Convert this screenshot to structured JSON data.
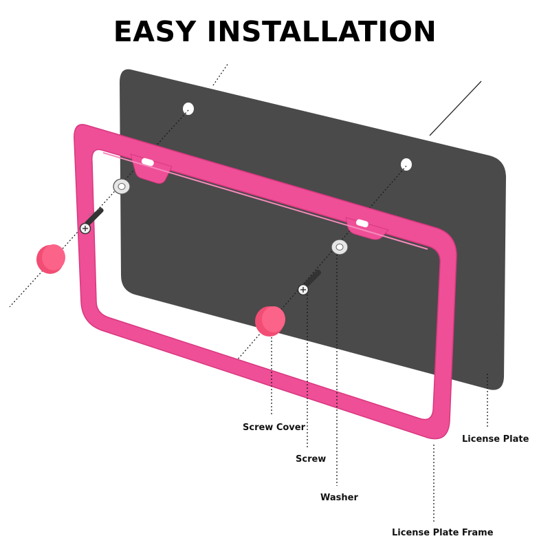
{
  "title": "EASY INSTALLATION",
  "labels": {
    "screw_cover": "Screw Cover",
    "screw": "Screw",
    "washer": "Washer",
    "license_plate": "License Plate",
    "license_plate_frame": "License Plate Frame"
  },
  "colors": {
    "frame": "#ee4f97",
    "frame_edge": "#d9377f",
    "plate": "#4a4a4a",
    "cap": "#fb6388",
    "background": "#ffffff"
  }
}
